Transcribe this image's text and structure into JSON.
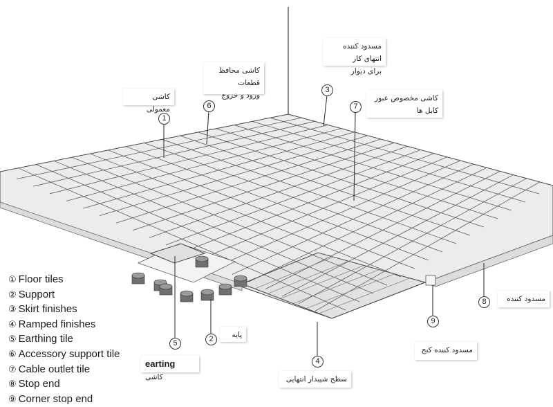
{
  "legend": [
    {
      "num": "1",
      "text": "Floor tiles"
    },
    {
      "num": "2",
      "text": "Support"
    },
    {
      "num": "3",
      "text": "Skirt finishes"
    },
    {
      "num": "4",
      "text": "Ramped finishes"
    },
    {
      "num": "5",
      "text": "Earthing tile"
    },
    {
      "num": "6",
      "text": "Accessory support tile"
    },
    {
      "num": "7",
      "text": "Cable outlet tile"
    },
    {
      "num": "8",
      "text": "Stop end"
    },
    {
      "num": "9",
      "text": "Corner stop end"
    }
  ],
  "labels": {
    "floor_tile": "کاشی معمولی",
    "accessory_tile_line1": "کاشی محافظ قطعات",
    "accessory_tile_line2": "ورود و خروج",
    "skirt_line1": "مسدود کننده انتهای کار",
    "skirt_line2": "برای دیوار",
    "cable_outlet": "کاشی مخصوص عبور کابل ها",
    "stop_end": "مسدود کننده",
    "corner_stop_end": "مسدود کننده کنج",
    "support": "پایه",
    "ramp": "سطح شیبدار انتهایی",
    "earthing_latin": "earting",
    "earthing_fa": "کاشی"
  },
  "callouts": [
    "1",
    "2",
    "3",
    "4",
    "5",
    "6",
    "7",
    "8",
    "9"
  ],
  "colors": {
    "tile_fill": "#ebebeb",
    "grid_line": "#555555",
    "pedestal": "#6b6b6b",
    "edge": "#d4d4d4"
  }
}
